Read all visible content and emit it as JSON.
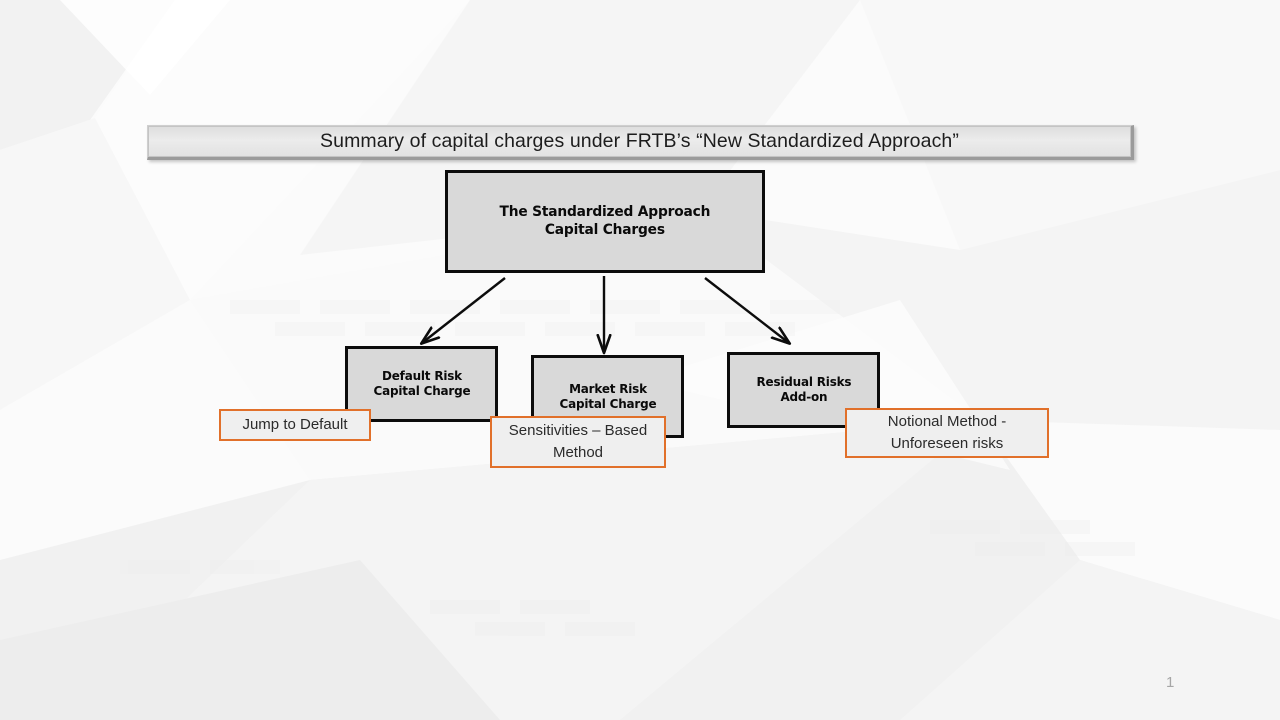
{
  "slide": {
    "title": "Summary of capital charges under FRTB’s “New Standardized  Approach”",
    "page_number": "1"
  },
  "diagram": {
    "root": {
      "line1": "The Standardized Approach",
      "line2": "Capital Charges"
    },
    "nodes": [
      {
        "id": "default-risk",
        "line1": "Default Risk",
        "line2": "Capital Charge"
      },
      {
        "id": "market-risk",
        "line1": "Market Risk",
        "line2": "Capital Charge"
      },
      {
        "id": "residual-risks",
        "line1": "Residual Risks",
        "line2": "Add-on"
      }
    ],
    "callouts": [
      {
        "id": "jump-to-default",
        "line1": "Jump to Default",
        "line2": ""
      },
      {
        "id": "sensitivities",
        "line1": "Sensitivities – Based",
        "line2": "Method"
      },
      {
        "id": "notional",
        "line1": "Notional Method -",
        "line2": "Unforeseen risks"
      }
    ],
    "connectors": [
      {
        "id": "arrow-to-default-risk",
        "direction": "down-left"
      },
      {
        "id": "arrow-to-market-risk",
        "direction": "down"
      },
      {
        "id": "arrow-to-residual-risks",
        "direction": "down-right"
      }
    ]
  },
  "colors": {
    "node_fill": "#D9D9D9",
    "node_border": "#0C0C0C",
    "callout_fill": "#EFEFEF",
    "callout_border": "#E1702A",
    "title_text": "#1D1D1D",
    "slide_number": "#A6A6A6",
    "background": "#FBFBFB"
  }
}
